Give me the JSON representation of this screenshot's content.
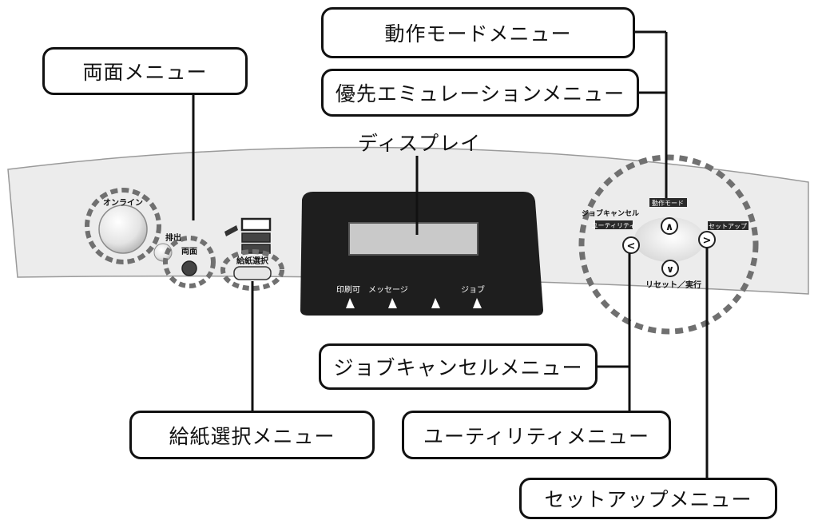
{
  "callouts": {
    "duplex_menu": "両面メニュー",
    "operation_mode_menu": "動作モードメニュー",
    "priority_emulation_menu": "優先エミュレーションメニュー",
    "display": "ディスプレイ",
    "job_cancel_menu": "ジョブキャンセルメニュー",
    "paper_select_menu": "給紙選択メニュー",
    "utility_menu": "ユーティリティメニュー",
    "setup_menu": "セットアップメニュー"
  },
  "panel": {
    "online_label": "オンライン",
    "eject_label": "排出",
    "duplex_label": "両面",
    "paper_select_label": "給紙選択",
    "print_ready_label": "印刷可",
    "message_label": "メッセージ",
    "job_label": "ジョブ",
    "job_cancel_label": "ジョブキャンセル",
    "utility_label": "ユーティリティ",
    "operation_mode_label": "動作モード",
    "setup_label": "セットアップ",
    "reset_execute_label": "リセット／実行",
    "up_arrow": "∧",
    "down_arrow": "∨",
    "left_arrow": "<",
    "right_arrow": ">"
  },
  "colors": {
    "panel_fill": "#ececec",
    "display_bezel": "#1e1e1e",
    "lcd": "#c9c9c9",
    "dashed_highlight": "#707070"
  }
}
